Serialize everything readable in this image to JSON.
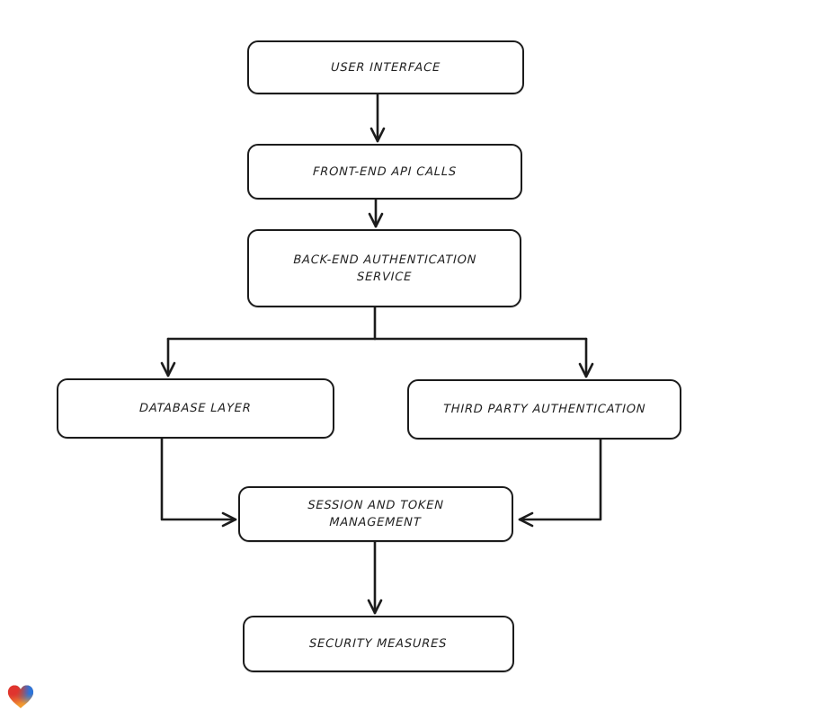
{
  "diagram": {
    "background_color": "#ffffff",
    "stroke_color": "#1c1c1c",
    "node_fill_color": "#ffffff",
    "nodes": [
      {
        "id": "user-interface",
        "label": "USER INTERFACE"
      },
      {
        "id": "front-end-api-calls",
        "label": "FRONT-END API CALLS"
      },
      {
        "id": "back-end-authentication-service",
        "label": "BACK-END AUTHENTICATION\nSERVICE"
      },
      {
        "id": "database-layer",
        "label": "DATABASE LAYER"
      },
      {
        "id": "third-party-authentication",
        "label": "THIRD PARTY AUTHENTICATION"
      },
      {
        "id": "session-and-token-management",
        "label": "SESSION AND TOKEN\nMANAGEMENT"
      },
      {
        "id": "security-measures",
        "label": "SECURITY MEASURES"
      }
    ],
    "edges": [
      {
        "from": "user-interface",
        "to": "front-end-api-calls"
      },
      {
        "from": "front-end-api-calls",
        "to": "back-end-authentication-service"
      },
      {
        "from": "back-end-authentication-service",
        "to": "database-layer"
      },
      {
        "from": "back-end-authentication-service",
        "to": "third-party-authentication"
      },
      {
        "from": "database-layer",
        "to": "session-and-token-management"
      },
      {
        "from": "third-party-authentication",
        "to": "session-and-token-management"
      },
      {
        "from": "session-and-token-management",
        "to": "security-measures"
      }
    ],
    "logo": {
      "name": "gradient-heart-logo",
      "colors": [
        "#e0342e",
        "#2b9655",
        "#2d74d9",
        "#ec8c33"
      ]
    }
  }
}
